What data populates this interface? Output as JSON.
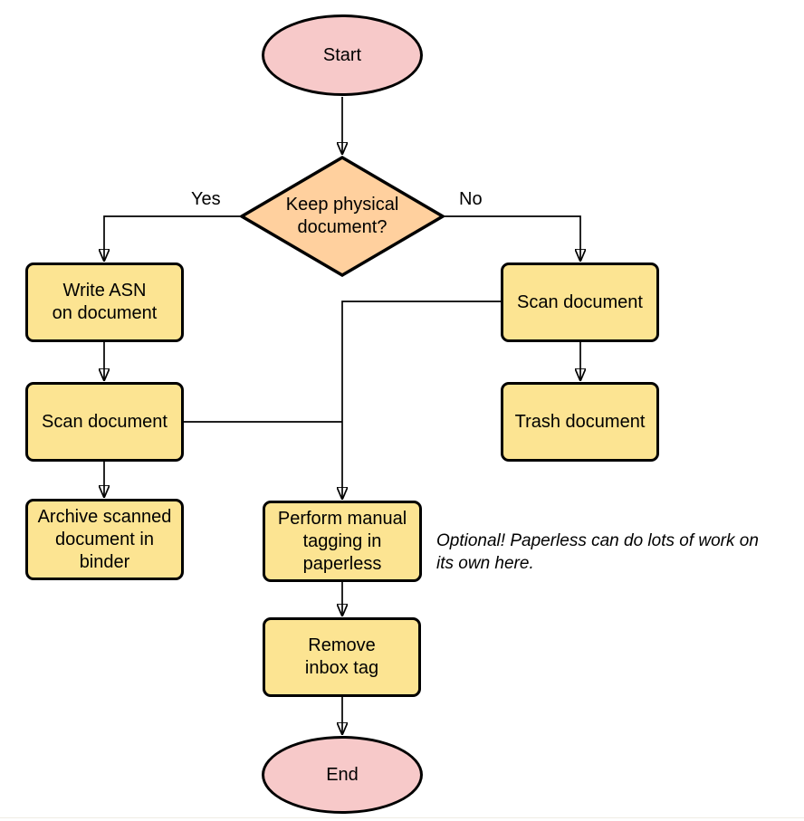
{
  "diagram": {
    "colors": {
      "terminal_fill": "#f7c9c9",
      "decision_fill": "#ffd09e",
      "process_fill": "#fce492",
      "stroke": "#000000",
      "text": "#000000",
      "bottom_rule": "#efece4"
    },
    "nodes": {
      "start": {
        "type": "terminal",
        "lines": [
          "Start"
        ]
      },
      "decision": {
        "type": "decision",
        "lines": [
          "Keep physical",
          "document?"
        ]
      },
      "write_asn": {
        "type": "process",
        "lines": [
          "Write ASN",
          "on document"
        ]
      },
      "scan_left": {
        "type": "process",
        "lines": [
          "Scan document"
        ]
      },
      "archive": {
        "type": "process",
        "lines": [
          "Archive scanned",
          "document in",
          "binder"
        ]
      },
      "scan_right": {
        "type": "process",
        "lines": [
          "Scan document"
        ]
      },
      "trash": {
        "type": "process",
        "lines": [
          "Trash document"
        ]
      },
      "perform": {
        "type": "process",
        "lines": [
          "Perform manual",
          "tagging in",
          "paperless"
        ]
      },
      "remove": {
        "type": "process",
        "lines": [
          "Remove",
          "inbox tag"
        ]
      },
      "end": {
        "type": "terminal",
        "lines": [
          "End"
        ]
      }
    },
    "edge_labels": {
      "yes": "Yes",
      "no": "No"
    },
    "annotation": {
      "lines": [
        "Optional! Paperless can do lots of work on",
        "its own here."
      ]
    }
  }
}
